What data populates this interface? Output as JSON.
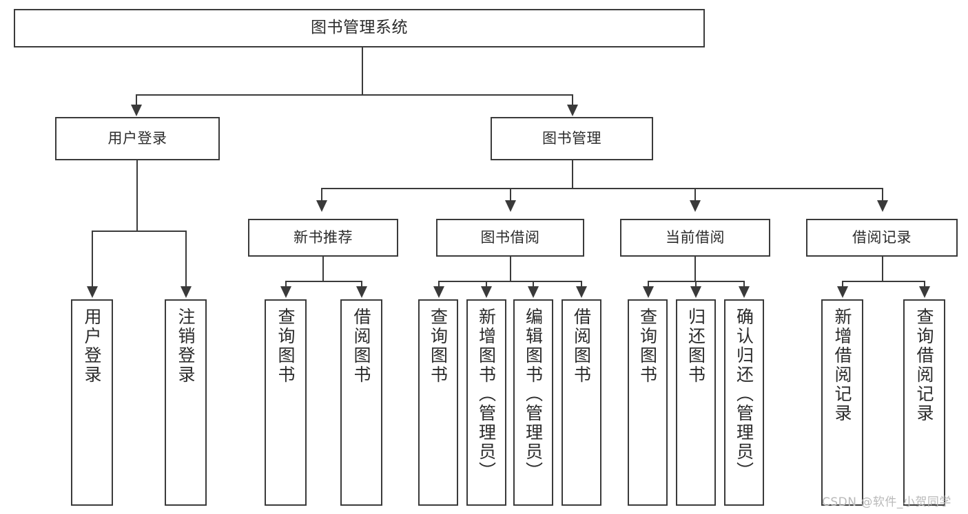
{
  "diagram": {
    "type": "tree-hierarchy",
    "title": "图书管理系统",
    "root": {
      "id": "root",
      "label": "图书管理系统"
    },
    "level1": [
      {
        "id": "user-login",
        "label": "用户登录"
      },
      {
        "id": "book-manage",
        "label": "图书管理"
      }
    ],
    "level2": [
      {
        "id": "new-book-recommend",
        "label": "新书推荐",
        "parent": "book-manage"
      },
      {
        "id": "book-borrow",
        "label": "图书借阅",
        "parent": "book-manage"
      },
      {
        "id": "current-borrow",
        "label": "当前借阅",
        "parent": "book-manage"
      },
      {
        "id": "borrow-record",
        "label": "借阅记录",
        "parent": "book-manage"
      }
    ],
    "leaves": {
      "user-login": [
        {
          "id": "leaf-user-login",
          "label": "用户登录"
        },
        {
          "id": "leaf-logout",
          "label": "注销登录"
        }
      ],
      "new-book-recommend": [
        {
          "id": "leaf-query-book-1",
          "label": "查询图书"
        },
        {
          "id": "leaf-borrow-book-1",
          "label": "借阅图书"
        }
      ],
      "book-borrow": [
        {
          "id": "leaf-query-book-2",
          "label": "查询图书"
        },
        {
          "id": "leaf-add-book",
          "label": "新增图书（管理员）"
        },
        {
          "id": "leaf-edit-book",
          "label": "编辑图书（管理员）"
        },
        {
          "id": "leaf-borrow-book-2",
          "label": "借阅图书"
        }
      ],
      "current-borrow": [
        {
          "id": "leaf-query-book-3",
          "label": "查询图书"
        },
        {
          "id": "leaf-return-book",
          "label": "归还图书"
        },
        {
          "id": "leaf-confirm-return",
          "label": "确认归还（管理员）"
        }
      ],
      "borrow-record": [
        {
          "id": "leaf-add-record",
          "label": "新增借阅记录"
        },
        {
          "id": "leaf-query-record",
          "label": "查询借阅记录"
        }
      ]
    }
  },
  "watermark": {
    "text": "CSDN @软件_小贺同学"
  },
  "colors": {
    "stroke": "#3a3a3a",
    "text": "#2b2b2b",
    "background": "#ffffff",
    "watermark": "#b9b9b9"
  }
}
